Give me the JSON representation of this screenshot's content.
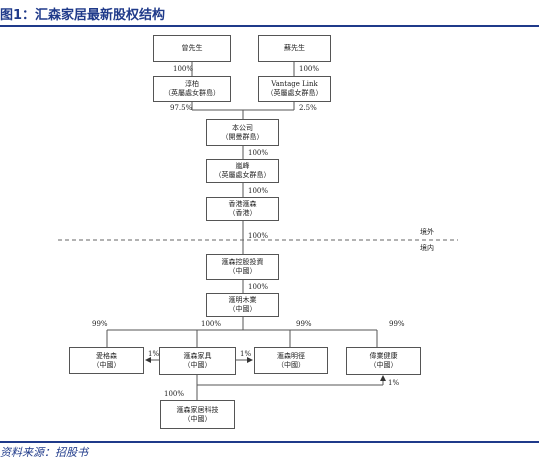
{
  "title": "图1：汇森家居最新股权结构",
  "source": "资料来源：招股书",
  "zones": {
    "offshore": "境外",
    "onshore": "境内"
  },
  "nodes": {
    "zeng": {
      "name": "曾先生",
      "sub": ""
    },
    "su": {
      "name": "蘇先生",
      "sub": ""
    },
    "chunbo": {
      "name": "淳柏",
      "sub": "（英屬處女群島）"
    },
    "vantage": {
      "name": "Vantage Link",
      "sub": "（英屬處女群島）"
    },
    "company": {
      "name": "本公司",
      "sub": "（開曼群島）"
    },
    "lanfeng": {
      "name": "嵐峰",
      "sub": "（英屬處女群島）"
    },
    "hk": {
      "name": "香港滙森",
      "sub": "（香港）"
    },
    "holding": {
      "name": "滙森控股投資",
      "sub": "（中國）"
    },
    "wood": {
      "name": "滙明木業",
      "sub": "（中國）"
    },
    "aigesen": {
      "name": "愛格森",
      "sub": "（中國）"
    },
    "furniture": {
      "name": "滙森家具",
      "sub": "（中國）"
    },
    "mingjing": {
      "name": "滙森明徑",
      "sub": "（中國）"
    },
    "health": {
      "name": "偉業健康",
      "sub": "（中國）"
    },
    "tech": {
      "name": "滙森家居科技",
      "sub": "（中國）"
    }
  },
  "edges": {
    "zeng_chunbo": "100%",
    "su_vantage": "100%",
    "chunbo_company": "97.5%",
    "vantage_company": "2.5%",
    "company_lanfeng": "100%",
    "lanfeng_hk": "100%",
    "hk_holding": "100%",
    "holding_wood": "100%",
    "wood_aigesen": "99%",
    "wood_furniture": "100%",
    "wood_mingjing": "99%",
    "wood_health": "99%",
    "furniture_aigesen": "1%",
    "furniture_mingjing": "1%",
    "furniture_tech": "100%",
    "furniture_health": "1%"
  }
}
